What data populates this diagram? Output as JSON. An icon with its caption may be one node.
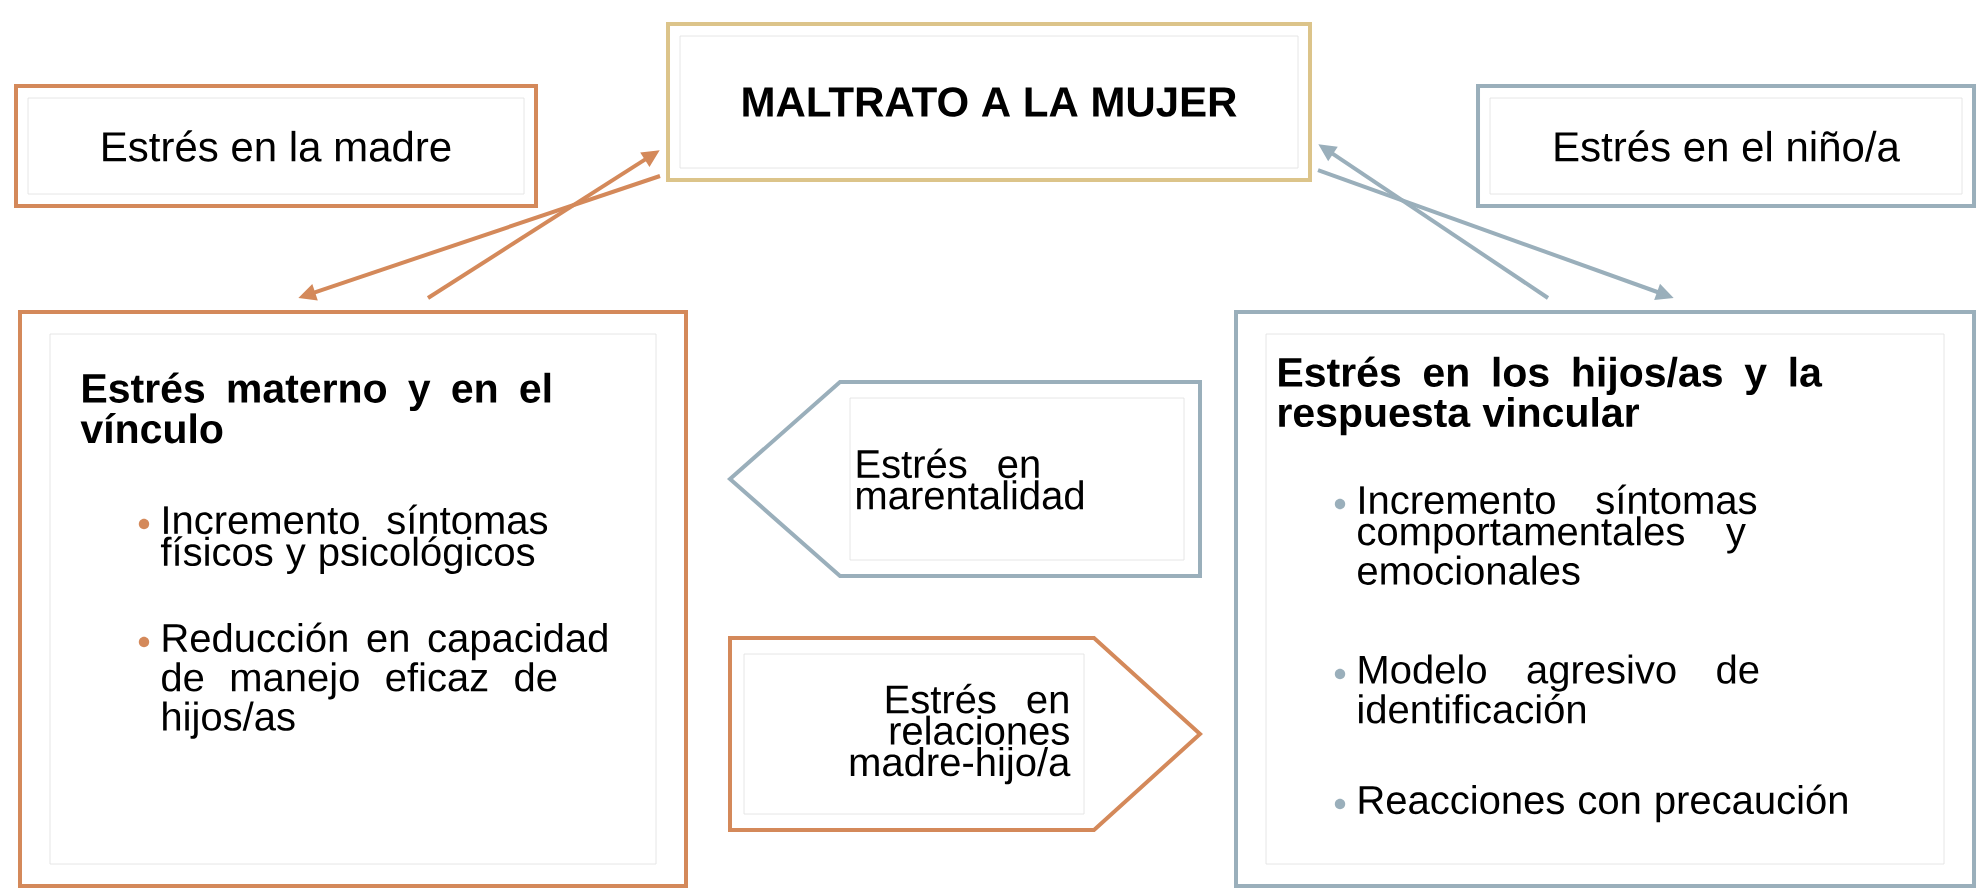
{
  "diagram": {
    "nodes": [
      {
        "text": [
          "MALTRATO A LA MUJER"
        ]
      },
      {
        "text": [
          "Estrés en la madre"
        ]
      },
      {
        "text": [
          "Estrés en el niño/a"
        ]
      },
      {
        "text": [
          "Estrés materno y en el vínculo",
          "Incremento síntomas físicos y psicológicos",
          "Reducción en capacidad de manejo eficaz de hijos/as"
        ]
      },
      {
        "text": [
          "Estrés en los hijos/as y la respuesta vincular",
          "Incremento síntomas comportamentales y emocionales",
          "Modelo agresivo de identificación",
          "Reacciones con precaución"
        ]
      },
      {
        "text": [
          "Estrés en marentalidad"
        ]
      },
      {
        "text": [
          "Estrés en relaciones madre-hijo/a"
        ]
      }
    ],
    "edges": [
      {
        "from": 0,
        "to": 3,
        "arrow": "to"
      },
      {
        "from": 3,
        "to": 0,
        "arrow": "to"
      },
      {
        "from": 0,
        "to": 4,
        "arrow": "to",
        "color": "#9aafbb"
      },
      {
        "from": 4,
        "to": 0,
        "arrow": "to",
        "color": "#9aafbb"
      }
    ]
  }
}
